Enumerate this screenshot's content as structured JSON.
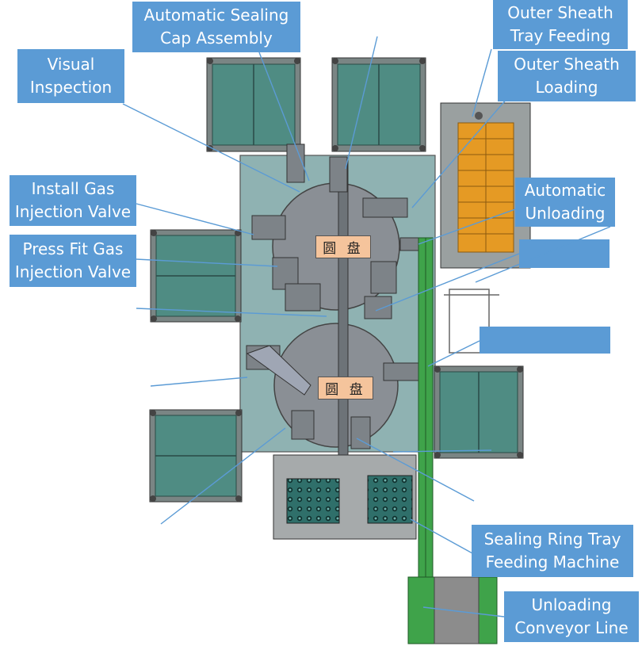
{
  "labels": {
    "sealing_cap": [
      "Automatic Sealing",
      "Cap Assembly"
    ],
    "visual_inspection": [
      "Visual",
      "Inspection"
    ],
    "install_valve": [
      "Install Gas",
      "Injection Valve"
    ],
    "press_fit_valve": [
      "Press Fit Gas",
      "Injection Valve"
    ],
    "outer_sheath_tray": [
      "Outer Sheath",
      "Tray Feeding"
    ],
    "outer_sheath_loading": [
      "Outer Sheath",
      "Loading"
    ],
    "auto_unloading": [
      "Automatic",
      "Unloading"
    ],
    "sealing_ring_tray": [
      "Sealing Ring Tray",
      "Feeding Machine"
    ],
    "unloading_conveyor": [
      "Unloading",
      "Conveyor Line"
    ]
  },
  "disc_labels": {
    "upper": "圆 盘",
    "lower": "圆 盘"
  },
  "colors": {
    "callout": "#5b9bd5",
    "base": "#8fb2b2",
    "tray": "#4d8a80",
    "disc": "#8a8f95",
    "orange": "#e59a24",
    "conveyor": "#3fa34a"
  }
}
